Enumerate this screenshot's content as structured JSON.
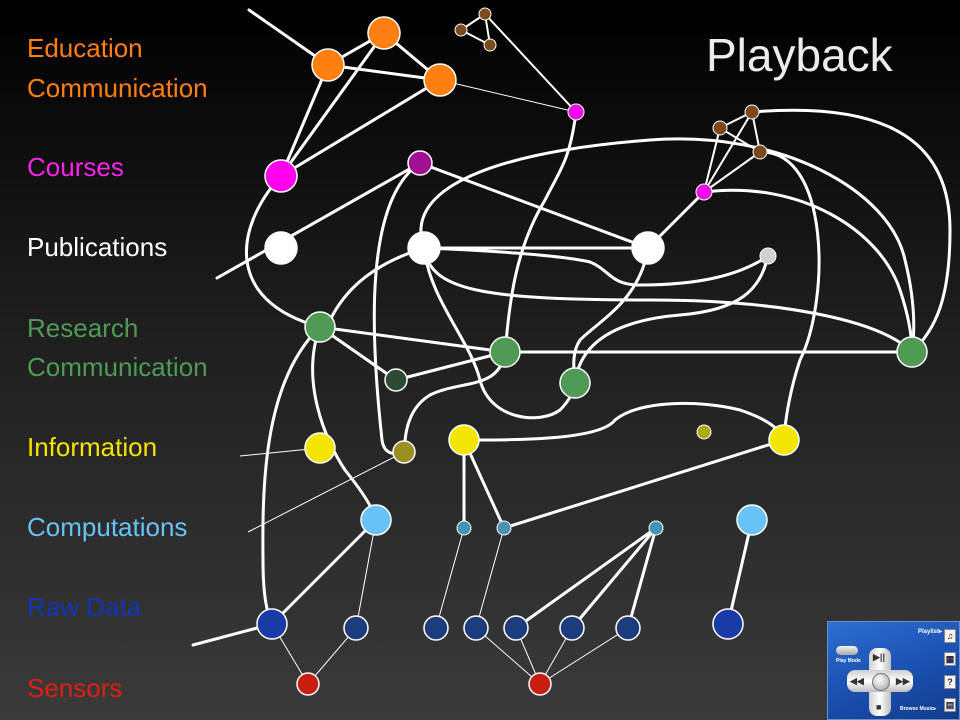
{
  "title": "Playback",
  "legend": [
    {
      "label": "Education",
      "color": "#ff7f10"
    },
    {
      "label": "Communication",
      "color": "#ff7f10"
    },
    {
      "label": "Courses",
      "color": "#ff22ee"
    },
    {
      "label": "Publications",
      "color": "#ffffff"
    },
    {
      "label": "Research",
      "color": "#4f9b55"
    },
    {
      "label": "Communication",
      "color": "#4f9b55"
    },
    {
      "label": "Information",
      "color": "#f2e600"
    },
    {
      "label": "Computations",
      "color": "#67c3f5"
    },
    {
      "label": "Raw Data",
      "color": "#1236b8"
    },
    {
      "label": "Sensors",
      "color": "#e02010"
    }
  ],
  "node_colors": {
    "education": "#ff7f10",
    "courses": "#ff00ee",
    "courses_dark": "#a01090",
    "publication": "#ffffff",
    "publication_small": "#cfcfcf",
    "research": "#4f9b55",
    "research_dark": "#2e4a35",
    "information": "#f2e600",
    "information_dark": "#9a9020",
    "information_small": "#b0a81a",
    "computation": "#67c3f5",
    "computation_small": "#4a90b8",
    "raw_data": "#1a3aa8",
    "raw_data_dark": "#1d3c80",
    "sensor": "#c81e12",
    "misc_brown": "#7a4a1c",
    "edge": "#ffffff"
  },
  "player": {
    "playlist_label": "Playlist",
    "playlist_arrow": "▸",
    "play_mode_label": "Play Mode",
    "browse_music_label": "Browse Music",
    "browse_arrow": "▸",
    "play_pause": "▶||",
    "stop": "■",
    "prev": "◀◀",
    "next": "▶▶",
    "side_icons": [
      "♫",
      "▦",
      "?",
      "▤"
    ]
  }
}
